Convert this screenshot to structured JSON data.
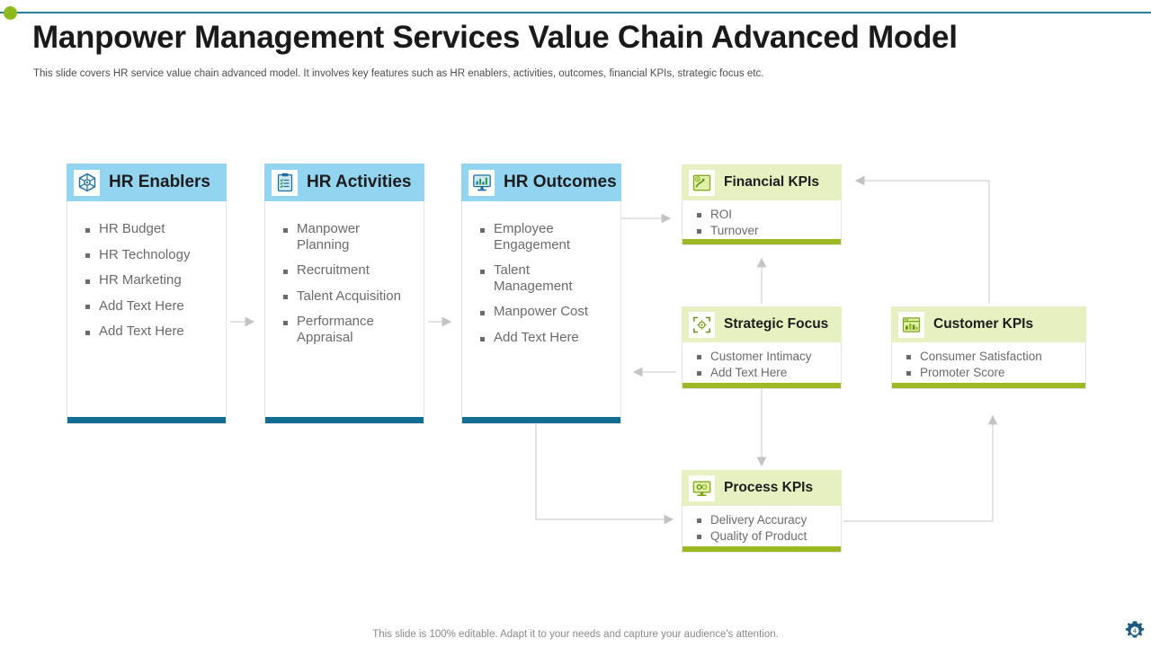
{
  "header": {
    "title": "Manpower Management Services Value Chain Advanced Model",
    "subtitle": "This slide covers HR service value chain advanced model. It involves key features such as HR enablers, activities, outcomes, financial KPIs, strategic focus etc."
  },
  "colors": {
    "blue_header": "#93d4f0",
    "blue_bar": "#126e93",
    "green_header": "#e6f0c0",
    "green_bar": "#9cb824",
    "accent_dot": "#8cb91e",
    "top_rule": "#2e7b9e",
    "connector": "#bfbfbf"
  },
  "columns": [
    {
      "id": "hr-enablers",
      "title": "HR Enablers",
      "icon": "network-hub-icon",
      "items": [
        "HR Budget",
        "HR Technology",
        "HR Marketing",
        "Add Text Here",
        "Add Text Here"
      ]
    },
    {
      "id": "hr-activities",
      "title": "HR Activities",
      "icon": "clipboard-checklist-icon",
      "items": [
        "Manpower Planning",
        "Recruitment",
        "Talent Acquisition",
        "Performance Appraisal"
      ]
    },
    {
      "id": "hr-outcomes",
      "title": "HR Outcomes",
      "icon": "monitor-chart-icon",
      "items": [
        "Employee Engagement",
        "Talent Management",
        "Manpower Cost",
        "Add Text Here"
      ]
    }
  ],
  "kpis": [
    {
      "id": "financial-kpis",
      "title": "Financial KPIs",
      "icon": "money-growth-icon",
      "items": [
        "ROI",
        "Turnover"
      ]
    },
    {
      "id": "strategic-focus",
      "title": "Strategic Focus",
      "icon": "target-focus-icon",
      "items": [
        "Customer Intimacy",
        "Add Text Here"
      ]
    },
    {
      "id": "customer-kpis",
      "title": "Customer KPIs",
      "icon": "browser-bar-chart-icon",
      "items": [
        "Consumer Satisfaction",
        "Promoter Score"
      ]
    },
    {
      "id": "process-kpis",
      "title": "Process KPIs",
      "icon": "monitor-process-icon",
      "items": [
        "Delivery Accuracy",
        "Quality of Product"
      ]
    }
  ],
  "footer": {
    "note": "This slide is 100% editable. Adapt it to your needs and capture your audience's attention.",
    "badge_icon": "gear-icon"
  }
}
